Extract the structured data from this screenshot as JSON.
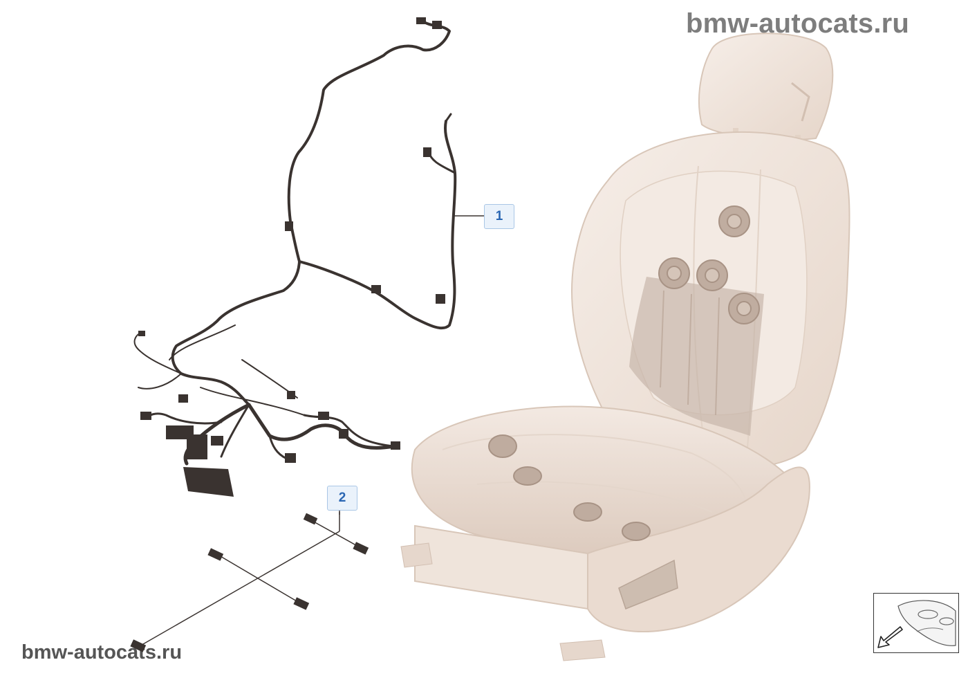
{
  "watermark": {
    "top": "bmw-autocats.ru",
    "bottom": "bmw-autocats.ru"
  },
  "callouts": [
    {
      "label": "1"
    },
    {
      "label": "2"
    }
  ],
  "navigation": {
    "icon": "arrow-back-to-overview-icon"
  },
  "colors": {
    "seat": "#efe3da",
    "seat_shadow": "#d9c8bb",
    "harness": "#3a3330",
    "callout_bg": "#eaf2fb",
    "callout_text": "#2a66b3",
    "watermark": "#7d7d7d"
  }
}
